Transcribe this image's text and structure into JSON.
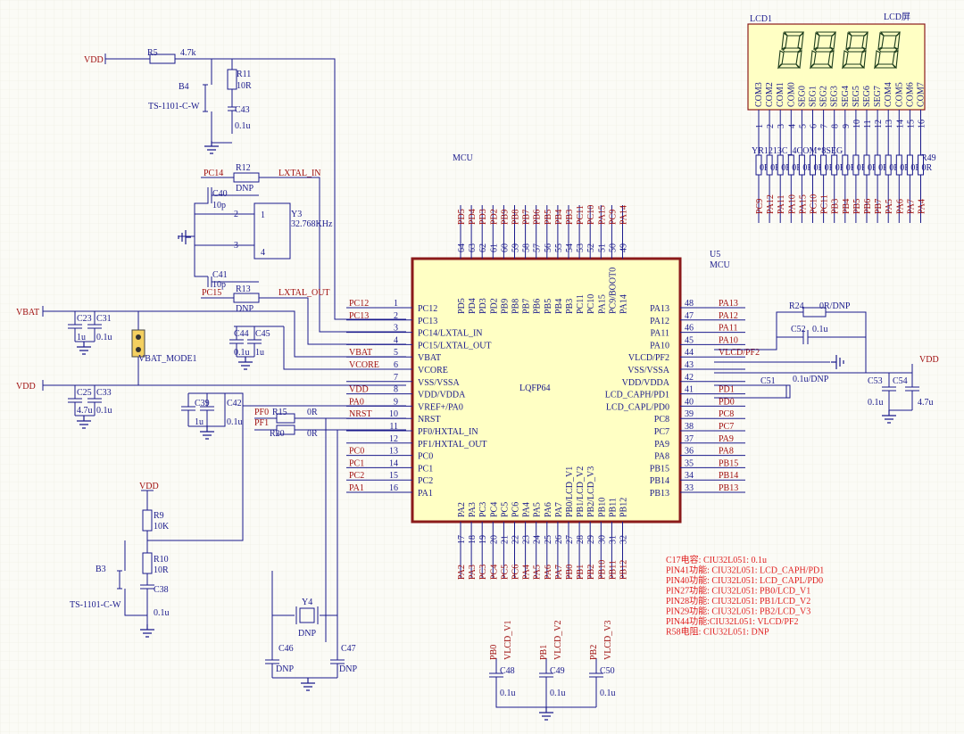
{
  "schematic": {
    "mcu_title": "MCU",
    "ic": {
      "designator": "U5",
      "value": "MCU",
      "part": "LQFP64",
      "left_pins": [
        {
          "num": "1",
          "name": "PC12",
          "net": "PC12"
        },
        {
          "num": "2",
          "name": "PC13",
          "net": "PC13"
        },
        {
          "num": "3",
          "name": "PC14/LXTAL_IN",
          "net": ""
        },
        {
          "num": "4",
          "name": "PC15/LXTAL_OUT",
          "net": ""
        },
        {
          "num": "5",
          "name": "VBAT",
          "net": "VBAT"
        },
        {
          "num": "6",
          "name": "VCORE",
          "net": "VCORE"
        },
        {
          "num": "7",
          "name": "VSS/VSSA",
          "net": ""
        },
        {
          "num": "8",
          "name": "VDD/VDDA",
          "net": "VDD"
        },
        {
          "num": "9",
          "name": "VREF+/PA0",
          "net": "PA0"
        },
        {
          "num": "10",
          "name": "NRST",
          "net": "NRST"
        },
        {
          "num": "11",
          "name": "PF0/HXTAL_IN",
          "net": ""
        },
        {
          "num": "12",
          "name": "PF1/HXTAL_OUT",
          "net": ""
        },
        {
          "num": "13",
          "name": "PC0",
          "net": "PC0"
        },
        {
          "num": "14",
          "name": "PC1",
          "net": "PC1"
        },
        {
          "num": "15",
          "name": "PC2",
          "net": "PC2"
        },
        {
          "num": "16",
          "name": "PA1",
          "net": "PA1"
        }
      ],
      "right_pins": [
        {
          "num": "48",
          "name": "PA13",
          "net": "PA13"
        },
        {
          "num": "47",
          "name": "PA12",
          "net": "PA12"
        },
        {
          "num": "46",
          "name": "PA11",
          "net": "PA11"
        },
        {
          "num": "45",
          "name": "PA10",
          "net": "PA10"
        },
        {
          "num": "44",
          "name": "VLCD/PF2",
          "net": "VLCD/PF2"
        },
        {
          "num": "43",
          "name": "VSS/VSSA",
          "net": ""
        },
        {
          "num": "42",
          "name": "VDD/VDDA",
          "net": ""
        },
        {
          "num": "41",
          "name": "LCD_CAPH/PD1",
          "net": "PD1"
        },
        {
          "num": "40",
          "name": "LCD_CAPL/PD0",
          "net": "PD0"
        },
        {
          "num": "39",
          "name": "PC8",
          "net": "PC8"
        },
        {
          "num": "38",
          "name": "PC7",
          "net": "PC7"
        },
        {
          "num": "37",
          "name": "PA9",
          "net": "PA9"
        },
        {
          "num": "36",
          "name": "PA8",
          "net": "PA8"
        },
        {
          "num": "35",
          "name": "PB15",
          "net": "PB15"
        },
        {
          "num": "34",
          "name": "PB14",
          "net": "PB14"
        },
        {
          "num": "33",
          "name": "PB13",
          "net": "PB13"
        }
      ],
      "top_pins": [
        {
          "num": "64",
          "name": "PD5",
          "net": "PD5"
        },
        {
          "num": "63",
          "name": "PD4",
          "net": "PD4"
        },
        {
          "num": "62",
          "name": "PD3",
          "net": "PD3"
        },
        {
          "num": "61",
          "name": "PD2",
          "net": "PD2"
        },
        {
          "num": "60",
          "name": "PB9",
          "net": "PB9"
        },
        {
          "num": "59",
          "name": "PB8",
          "net": "PB8"
        },
        {
          "num": "58",
          "name": "PB7",
          "net": "PB7"
        },
        {
          "num": "57",
          "name": "PB6",
          "net": "PB6"
        },
        {
          "num": "56",
          "name": "PB5",
          "net": "PB5"
        },
        {
          "num": "55",
          "name": "PB4",
          "net": "PB4"
        },
        {
          "num": "54",
          "name": "PB3",
          "net": "PB3"
        },
        {
          "num": "53",
          "name": "PC11",
          "net": "PC11"
        },
        {
          "num": "52",
          "name": "PC10",
          "net": "PC10"
        },
        {
          "num": "51",
          "name": "PA15",
          "net": "PA15"
        },
        {
          "num": "50",
          "name": "PC9/BOOT0",
          "net": "PC9"
        },
        {
          "num": "49",
          "name": "PA14",
          "net": "PA14"
        }
      ],
      "bottom_pins": [
        {
          "num": "17",
          "name": "PA2",
          "net": "PA2"
        },
        {
          "num": "18",
          "name": "PA3",
          "net": "PA3"
        },
        {
          "num": "19",
          "name": "PC3",
          "net": "PC3"
        },
        {
          "num": "20",
          "name": "PC4",
          "net": "PC4"
        },
        {
          "num": "21",
          "name": "PC5",
          "net": "PC5"
        },
        {
          "num": "22",
          "name": "PC6",
          "net": "PC6"
        },
        {
          "num": "23",
          "name": "PA4",
          "net": "PA4"
        },
        {
          "num": "24",
          "name": "PA5",
          "net": "PA5"
        },
        {
          "num": "25",
          "name": "PA6",
          "net": "PA6"
        },
        {
          "num": "26",
          "name": "PA7",
          "net": "PA7"
        },
        {
          "num": "27",
          "name": "PB0/LCD_V1",
          "net": "PB0"
        },
        {
          "num": "28",
          "name": "PB1/LCD_V2",
          "net": "PB1"
        },
        {
          "num": "29",
          "name": "PB2/LCD_V3",
          "net": "PB2"
        },
        {
          "num": "30",
          "name": "PB10",
          "net": "PB10"
        },
        {
          "num": "31",
          "name": "PB11",
          "net": "PB11"
        },
        {
          "num": "32",
          "name": "PB12",
          "net": "PB12"
        }
      ]
    },
    "lcd": {
      "designator": "LCD1",
      "title": "LCD屏",
      "pin_names": [
        "COM3",
        "COM2",
        "COM1",
        "COM0",
        "SEG0",
        "SEG1",
        "SEG2",
        "SEG3",
        "SEG4",
        "SEG5",
        "SEG6",
        "SEG7",
        "COM4",
        "COM5",
        "COM6",
        "COM7"
      ],
      "pin_nums": [
        "1",
        "2",
        "3",
        "4",
        "5",
        "6",
        "7",
        "8",
        "9",
        "10",
        "11",
        "12",
        "13",
        "14",
        "15",
        "16"
      ],
      "resistor_header": "YR1213C_4COM*8SEG",
      "resistor_last": "R49",
      "res_value": "0R",
      "nets": [
        "PC9",
        "PA12",
        "PA11",
        "PA10",
        "PA15",
        "PC10",
        "PC11",
        "PB3",
        "PB4",
        "PB5",
        "PB6",
        "PB7",
        "PA5",
        "PA6",
        "PA7",
        "PA4"
      ]
    },
    "supplies": {
      "vdd": "VDD",
      "vbat": "VBAT"
    },
    "labels": {
      "r5": "R5",
      "r5_val": "4.7k",
      "b4": "B4",
      "b4_part": "TS-1101-C-W",
      "r11": "R11",
      "r11_val": "10R",
      "c43": "C43",
      "c43_val": "0.1u",
      "pc14": "PC14",
      "r12": "R12",
      "r12_val": "DNP",
      "lxtal_in": "LXTAL_IN",
      "c40": "C40",
      "c40_val": "10p",
      "y3": "Y3",
      "y3_val": "32.768KHz",
      "pin1": "1",
      "pin2": "2",
      "pin3": "3",
      "pin4": "4",
      "c41": "C41",
      "c41_val": "10p",
      "pc15": "PC15",
      "r13": "R13",
      "r13_val": "DNP",
      "lxtal_out": "LXTAL_OUT",
      "c23": "C23",
      "c23_val": "1u",
      "c31": "C31",
      "c31_val": "0.1u",
      "vbat_mode": "VBAT_MODE1",
      "c44": "C44",
      "c44_val": "0.1u",
      "c45": "C45",
      "c45_val": "1u",
      "c25": "C25",
      "c25_val": "4.7u",
      "c33": "C33",
      "c33_val": "0.1u",
      "c39": "C39",
      "c39_val": "1u",
      "c42": "C42",
      "c42_val": "0.1u",
      "pf0": "PF0",
      "r15": "R15",
      "r15_val": "0R",
      "pf1": "PF1",
      "r20": "R20",
      "r20_val": "0R",
      "b3": "B3",
      "b3_part": "TS-1101-C-W",
      "r9": "R9",
      "r9_val": "10K",
      "r10": "R10",
      "r10_val": "10R",
      "c38": "C38",
      "c38_val": "0.1u",
      "y4": "Y4",
      "y4_val": "DNP",
      "c46": "C46",
      "c46_val": "DNP",
      "c47": "C47",
      "c47_val": "DNP",
      "r24": "R24",
      "r24_val": "0R/DNP",
      "c52": "C52",
      "c52_val": "0.1u",
      "c51": "C51",
      "c51_val": "0.1u/DNP",
      "c53": "C53",
      "c53_val": "0.1u",
      "c54": "C54",
      "c54_val": "4.7u",
      "pb0": "PB0",
      "vlcd_v1": "VLCD_V1",
      "pb1": "PB1",
      "vlcd_v2": "VLCD_V2",
      "pb2": "PB2",
      "vlcd_v3": "VLCD_V3",
      "c48": "C48",
      "c48_val": "0.1u",
      "c49": "C49",
      "c49_val": "0.1u",
      "c50": "C50",
      "c50_val": "0.1u"
    },
    "notes": [
      "C17电容: CIU32L051: 0.1u",
      "PIN41功能: CIU32L051: LCD_CAPH/PD1",
      "PIN40功能: CIU32L051: LCD_CAPL/PD0",
      "PIN27功能: CIU32L051: PB0/LCD_V1",
      "PIN28功能: CIU32L051: PB1/LCD_V2",
      "PIN29功能: CIU32L051: PB2/LCD_V3",
      "PIN44功能:CIU32L051: VLCD/PF2",
      "R58电阻: CIU32L051: DNP"
    ]
  }
}
